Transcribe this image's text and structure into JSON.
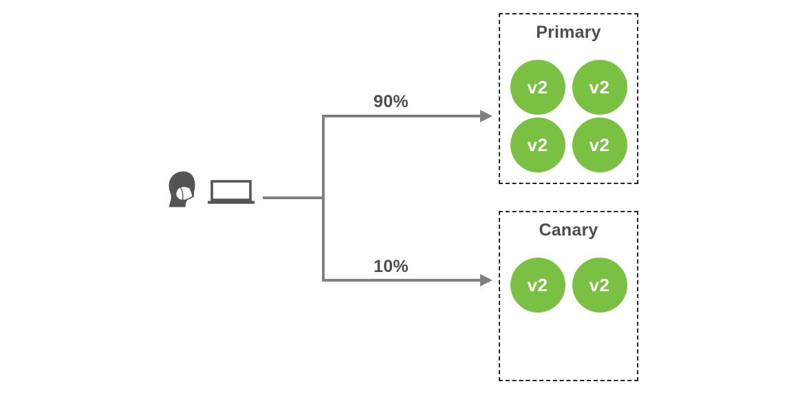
{
  "diagram": {
    "title_semantic": "canary-deployment-traffic-split",
    "background_color": "#ffffff",
    "line_color": "#808080",
    "text_color": "#4d4d4d",
    "pod_color": "#7ac143",
    "pod_text_color": "#ffffff",
    "box_border_color": "#222222"
  },
  "client": {
    "person_icon": "person-with-face-mask-icon",
    "laptop_icon": "laptop-icon"
  },
  "edges": [
    {
      "name": "edge-to-primary",
      "label": "90%",
      "target": "Primary"
    },
    {
      "name": "edge-to-canary",
      "label": "10%",
      "target": "Canary"
    }
  ],
  "groups": [
    {
      "name": "primary",
      "title": "Primary",
      "pod_rows": [
        [
          "v2",
          "v2"
        ],
        [
          "v2",
          "v2"
        ]
      ]
    },
    {
      "name": "canary",
      "title": "Canary",
      "pod_rows": [
        [
          "v2",
          "v2"
        ]
      ]
    }
  ]
}
